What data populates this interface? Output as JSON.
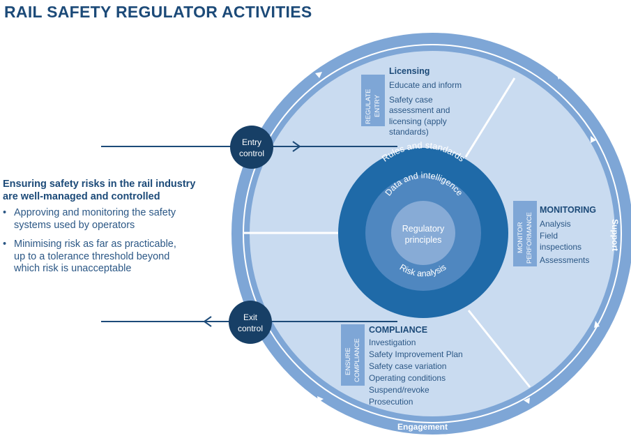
{
  "title": "RAIL SAFETY REGULATOR ACTIVITIES",
  "left_panel": {
    "heading_line1": "Ensuring safety risks in the rail industry",
    "heading_line2": "are well-managed and controlled",
    "bullets": [
      {
        "marker": "•",
        "lines": [
          "Approving and monitoring the safety",
          "systems used by operators"
        ]
      },
      {
        "marker": "•",
        "lines": [
          "Minimising risk as far as practicable,",
          "up to a tolerance threshold beyond",
          "which risk is unacceptable"
        ]
      }
    ]
  },
  "outer_ring": {
    "support": "Support",
    "engagement": "Engagement"
  },
  "entry_control": {
    "line1": "Entry",
    "line2": "control"
  },
  "exit_control": {
    "line1": "Exit",
    "line2": "control"
  },
  "licensing": {
    "tag_line1": "REGULATE",
    "tag_line2": "ENTRY",
    "title": "Licensing",
    "items": [
      "Educate and inform",
      "Safety case",
      "assessment and",
      "licensing (apply",
      "standards)"
    ]
  },
  "monitoring": {
    "tag_line1": "MONITOR",
    "tag_line2": "PERFORMANCE",
    "title": "MONITORING",
    "items": [
      "Analysis",
      "Field",
      "inspections",
      "Assessments"
    ]
  },
  "compliance": {
    "tag_line1": "ENSURE",
    "tag_line2": "COMPLIANCE",
    "title": "COMPLIANCE",
    "items": [
      "Investigation",
      "Safety Improvement Plan",
      "Safety case variation",
      "Operating conditions",
      "Suspend/revoke",
      "Prosecution"
    ]
  },
  "core": {
    "rules": "Rules and standards",
    "data": "Data and intelligence",
    "center_line1": "Regulatory",
    "center_line2": "principles",
    "risk": "Risk analysis"
  },
  "colors": {
    "title": "#1c4a78",
    "outer_ring": "#7ea6d6",
    "segment": "#c9dbf0",
    "tag": "#7ea6d6",
    "core_outer": "#1f6aa8",
    "core_mid": "#4f87c0",
    "core_inner": "#87abd6",
    "node": "#173f66"
  }
}
